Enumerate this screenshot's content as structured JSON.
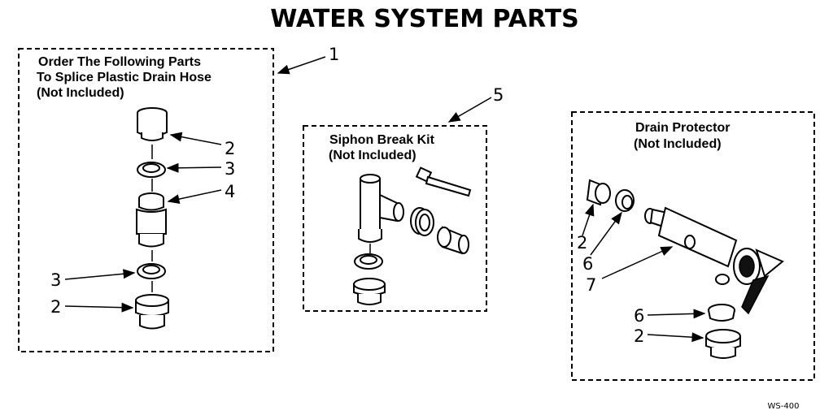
{
  "title": "WATER SYSTEM PARTS",
  "groups": {
    "splice": {
      "lines": [
        "Order The Following Parts",
        "To Splice Plastic Drain Hose",
        "(Not Included)"
      ],
      "callout": "1"
    },
    "siphon": {
      "lines": [
        "Siphon Break Kit",
        "(Not Included)"
      ],
      "callout": "5"
    },
    "drain": {
      "lines": [
        "Drain Protector",
        "(Not Included)"
      ]
    }
  },
  "callouts": {
    "c2a": "2",
    "c3a": "3",
    "c4": "4",
    "c3b": "3",
    "c2b": "2",
    "d2a": "2",
    "d6a": "6",
    "d7": "7",
    "d6b": "6",
    "d2b": "2"
  },
  "drawing_code": "WS-400"
}
